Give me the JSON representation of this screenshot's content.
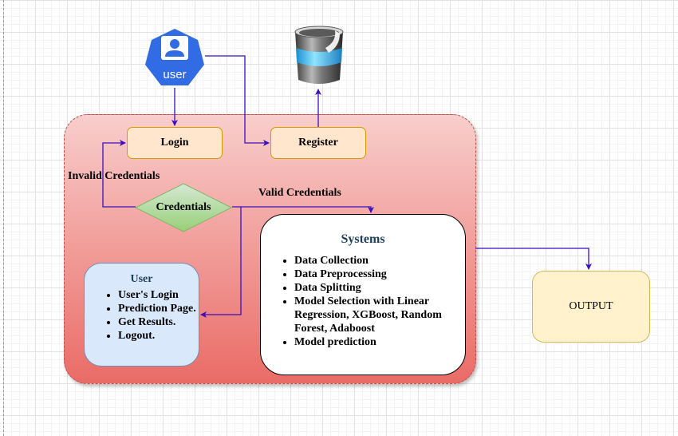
{
  "diagram": {
    "user_icon": {
      "label": "user",
      "color": "#326ce5",
      "icon": "user-hexagon-icon"
    },
    "database_icon": {
      "icon": "database-icon"
    },
    "nodes": {
      "login": "Login",
      "register": "Register",
      "credentials": "Credentials",
      "output": "OUTPUT"
    },
    "edge_labels": {
      "invalid": "Invalid Credentials",
      "valid": "Valid Credentials"
    },
    "user_box": {
      "title": "User",
      "items": [
        "User's Login",
        "Prediction Page.",
        "Get Results.",
        "Logout."
      ]
    },
    "systems_box": {
      "title": "Systems",
      "items": [
        "Data Collection",
        "Data Preprocessing",
        "Data Splitting",
        "Model Selection with Linear Regression, XGBoost, Random Forest, Adaboost",
        "Model prediction"
      ]
    },
    "colors": {
      "edge": "#3b0fbf",
      "container_top": "#f8cecc",
      "container_bottom": "#ea6b66",
      "login_fill": "#ffe6cc",
      "credentials_fill": "#d5e8d4",
      "user_fill": "#dae8fc",
      "output_fill": "#fff2cc"
    }
  }
}
